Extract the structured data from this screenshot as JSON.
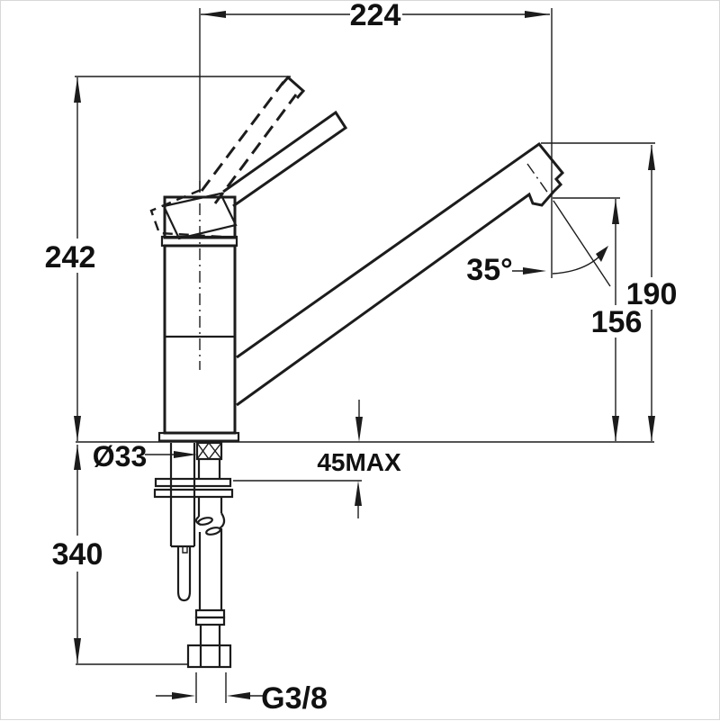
{
  "diagram": {
    "type": "technical-drawing",
    "subject": "kitchen-mixer-tap-dimensional-diagram",
    "colors": {
      "line": "#1c1c1c",
      "background": "#ffffff",
      "border": "#d8d8d8"
    },
    "dims": {
      "spout_reach": "224",
      "height_above_deck": "242",
      "height_below_deck": "340",
      "spout_top_height": "190",
      "outlet_height": "156",
      "outlet_angle": "35°",
      "deck_thickness_max": "45MAX",
      "hole_diameter": "Ø33",
      "connection_thread": "G3/8"
    }
  }
}
